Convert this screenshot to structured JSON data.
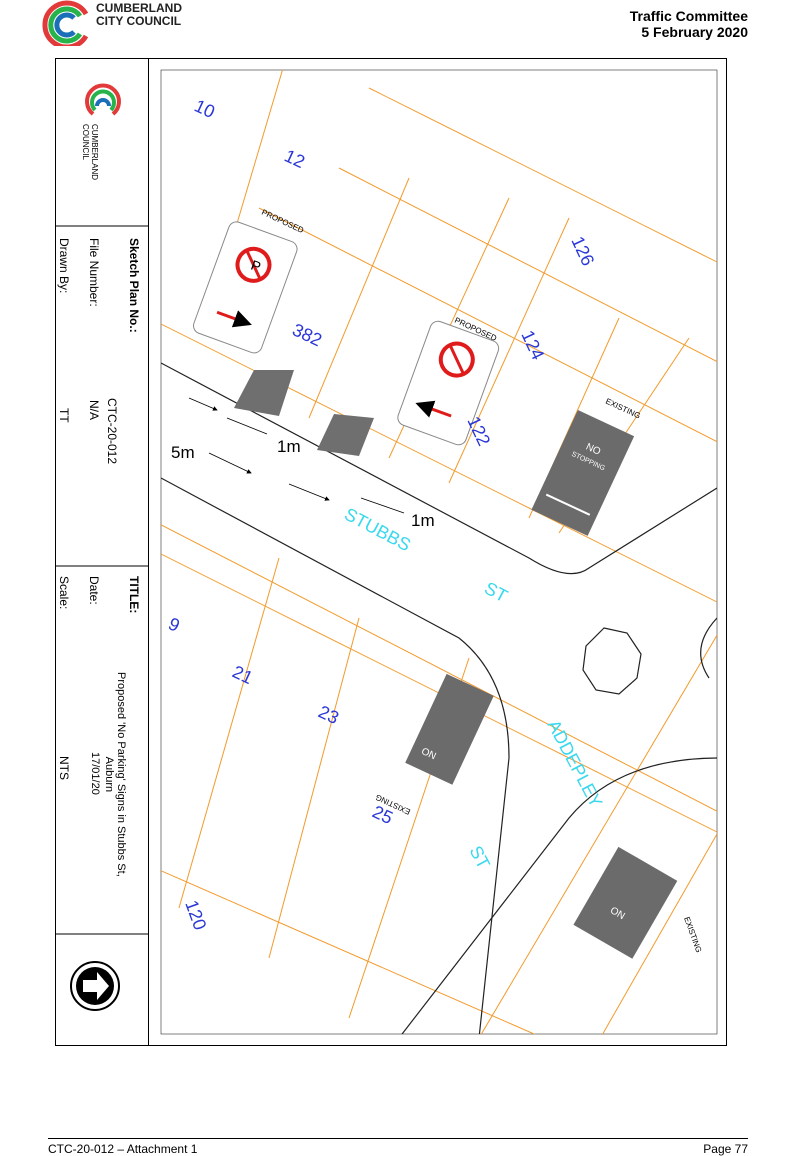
{
  "header": {
    "council_line1": "CUMBERLAND",
    "council_line2": "CITY COUNCIL",
    "committee_title": "Traffic Committee",
    "committee_date": "5 February 2020"
  },
  "titleblock": {
    "logo_text_line1": "CUMBERLAND",
    "logo_text_line2": "COUNCIL",
    "sketch_label": "Sketch Plan No.:",
    "sketch_value": "CTC-20-012",
    "file_label": "File Number:",
    "file_value": "N/A",
    "drawn_label": "Drawn By:",
    "drawn_value": "TT",
    "title_label": "TITLE:",
    "title_value_line1": "Proposed 'No Parking' Signs in Stubbs St,",
    "title_value_line2": "Auburn",
    "date_label": "Date:",
    "date_value": "17/01/20",
    "scale_label": "Scale:",
    "scale_value": "NTS"
  },
  "drawing": {
    "lots": [
      "10",
      "12",
      "126",
      "382",
      "124",
      "122",
      "9",
      "21",
      "23",
      "25",
      "120"
    ],
    "streets": [
      "STUBBS",
      "ST",
      "ADDEPLEY",
      "ST"
    ],
    "proposed_label": "PROPOSED",
    "existing_label": "EXISTING",
    "sign_text_line1": "NO",
    "sign_text_line2": "STOPPING",
    "dims": [
      "5m",
      "1m",
      "1m"
    ]
  },
  "footer": {
    "left": "CTC-20-012 – Attachment 1",
    "right": "Page 77"
  },
  "colors": {
    "lot_lines": "#f39a2b",
    "lot_numbers": "#2a37d6",
    "street_names": "#39d8ee",
    "sign_dark": "#6b6b6b",
    "no_parking_red": "#e01b1b",
    "logo_blue": "#1b6fb8",
    "logo_green": "#27b34b",
    "logo_red": "#e23a3a"
  }
}
